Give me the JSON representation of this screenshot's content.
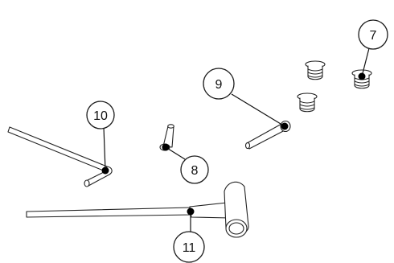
{
  "callouts": [
    {
      "id": "7",
      "label": "7"
    },
    {
      "id": "8",
      "label": "8"
    },
    {
      "id": "9",
      "label": "9"
    },
    {
      "id": "10",
      "label": "10"
    },
    {
      "id": "11",
      "label": "11"
    }
  ]
}
